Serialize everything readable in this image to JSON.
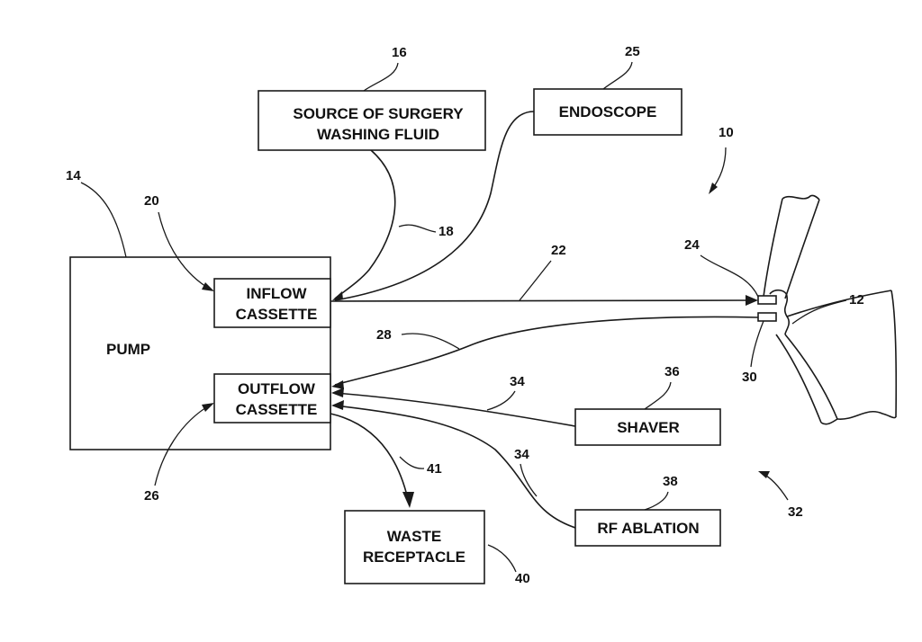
{
  "diagram": {
    "boxes": {
      "source": [
        "SOURCE OF SURGERY",
        "WASHING FLUID"
      ],
      "endoscope": "ENDOSCOPE",
      "pump": "PUMP",
      "inflow": [
        "INFLOW",
        "CASSETTE"
      ],
      "outflow": [
        "OUTFLOW",
        "CASSETTE"
      ],
      "shaver": "SHAVER",
      "rf_ablation": "RF ABLATION",
      "waste": [
        "WASTE",
        "RECEPTACLE"
      ]
    },
    "refs": {
      "r16": "16",
      "r25": "25",
      "r10": "10",
      "r14": "14",
      "r20": "20",
      "r18": "18",
      "r22": "22",
      "r24": "24",
      "r12": "12",
      "r28": "28",
      "r30": "30",
      "r34a": "34",
      "r36": "36",
      "r34b": "34",
      "r41": "41",
      "r38": "38",
      "r26": "26",
      "r32": "32",
      "r40": "40"
    }
  }
}
